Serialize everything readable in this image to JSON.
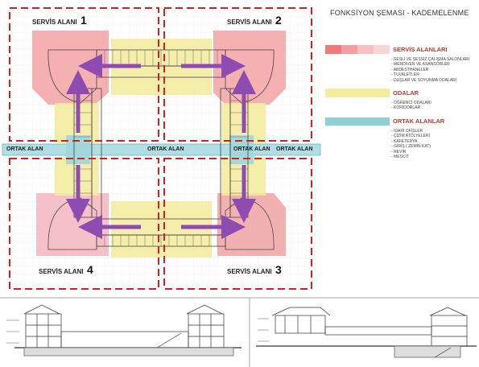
{
  "title": "FONKSİYON ŞEMASI - KADEMELENME",
  "zones": [
    {
      "label": "SERVİS ALANI",
      "number": "1"
    },
    {
      "label": "SERVİS ALANI",
      "number": "2"
    },
    {
      "label": "SERVİS ALANI",
      "number": "3"
    },
    {
      "label": "SERVİS ALANI",
      "number": "4"
    }
  ],
  "ortak_labels": [
    "ORTAK ALAN",
    "ORTAK ALAN",
    "ORTAK ALAN",
    "ORTAK ALAN"
  ],
  "legend": [
    {
      "heading": "SERVİS ALANLARI",
      "swatch_colors": [
        "#f07a7a",
        "#f5a0a0",
        "#f8c0c0",
        "#fad6d6"
      ],
      "items": [
        "- SESLİ VE SESSİZ ÇALIŞMA SALONLARI",
        "- MERDİVEN VE ASANSÖRLER",
        "- ABDESTHANELER",
        "- TUVALETLER",
        "- DUŞLAR VE SOYUNMA ODALARI"
      ]
    },
    {
      "heading": "ODALAR",
      "swatch_colors": [
        "#f4ec9e"
      ],
      "items": [
        "- ÖĞRENCİ ODALARI",
        "- KORİDORLAR"
      ]
    },
    {
      "heading": "ORTAK ALANLAR",
      "swatch_colors": [
        "#8fd0d6"
      ],
      "items": [
        "- İDARİ OFİSLER",
        "- ÇİZİM ATÖLYELERİ",
        "- KAFETERYA",
        "- GİRİŞ ( ZEMİN KAT)",
        "- REVİR",
        "- MESCİT"
      ]
    }
  ],
  "colors": {
    "dashed_border": "#d42020",
    "service_pink": "#f3a3a3",
    "rooms_yellow": "#f3eb9c",
    "common_cyan": "#a6dce2",
    "arrow_purple": "#8e4bb0"
  },
  "sections": [
    {
      "name": "left-section"
    },
    {
      "name": "right-section"
    }
  ]
}
